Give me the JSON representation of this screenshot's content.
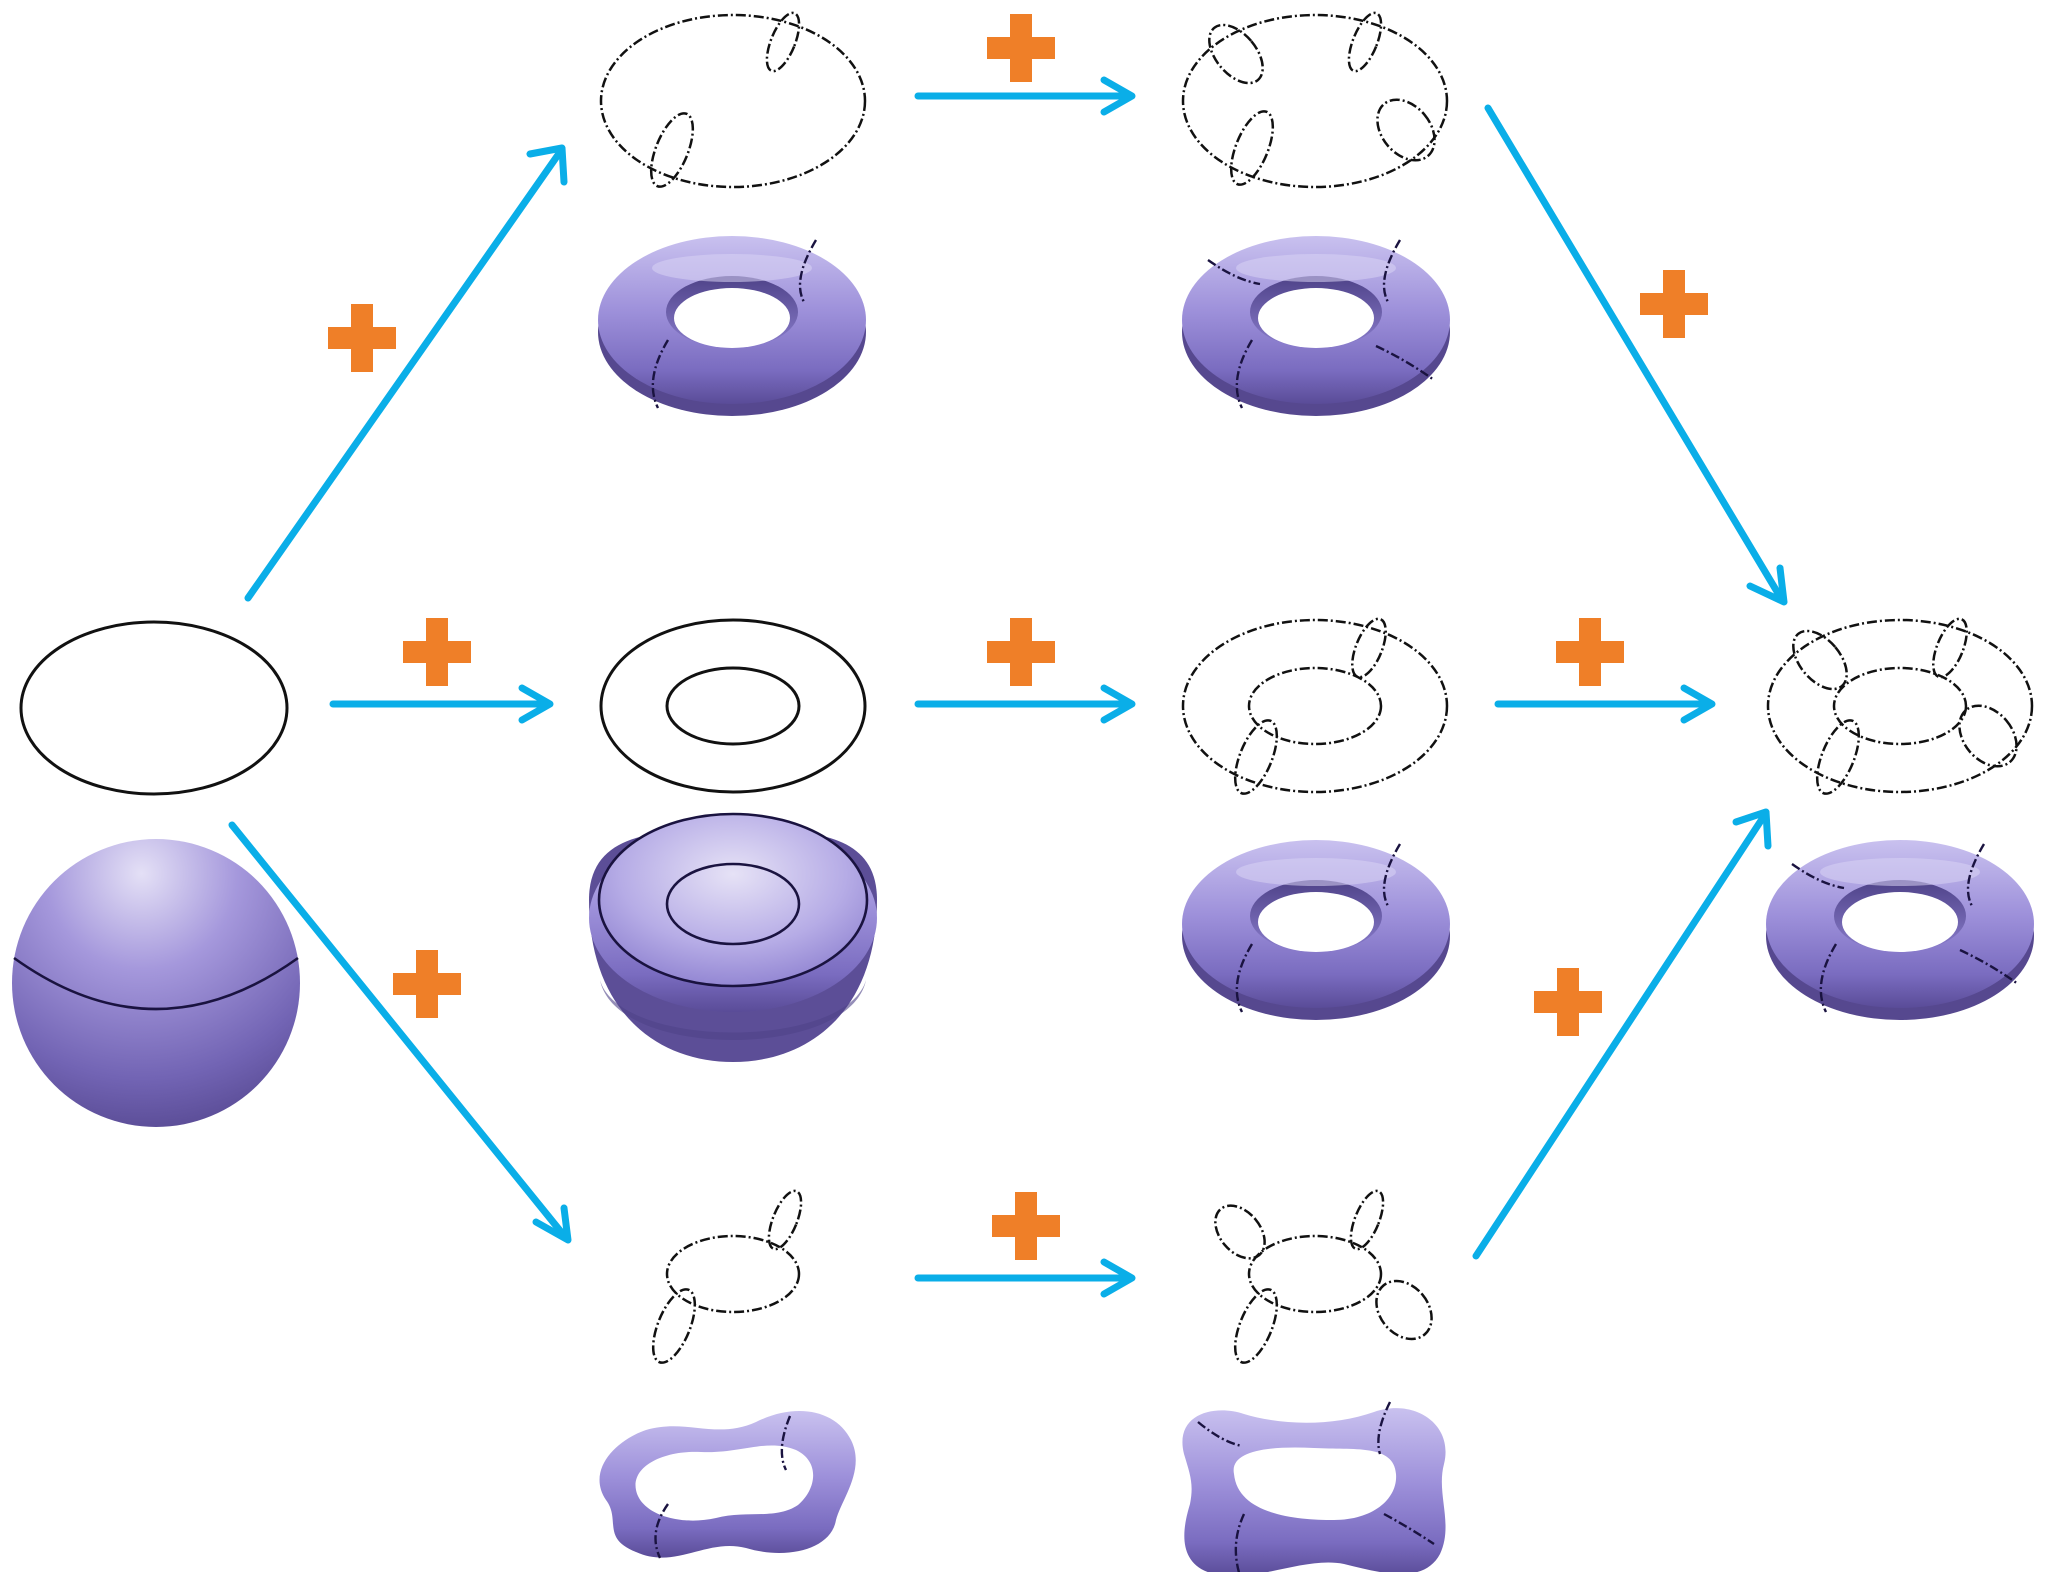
{
  "colors": {
    "arrow": "#0aaee8",
    "plus": "#ef7f28",
    "surface_light": "#ddd8f2",
    "surface_mid": "#9b8fd6",
    "surface_dark": "#5a4c96",
    "wire": "#111111"
  },
  "nodes": [
    {
      "id": "sphere-start",
      "wireframe": "circle",
      "surface": "sphere-with-seam"
    },
    {
      "id": "torus-two-meridians",
      "wireframe": "circle-with-two-meridians",
      "surface": "torus-two-seams"
    },
    {
      "id": "torus-four-meridians",
      "wireframe": "circle-with-four-meridians",
      "surface": "torus-four-seams"
    },
    {
      "id": "annulus",
      "wireframe": "two-concentric-circles",
      "surface": "flattened-sphere-two-seams"
    },
    {
      "id": "annulus-two-meridians",
      "wireframe": "concentric-circles-two-meridians",
      "surface": "torus-two-seams"
    },
    {
      "id": "full-torus",
      "wireframe": "concentric-circles-four-meridians",
      "surface": "torus-four-seams"
    },
    {
      "id": "thin-ring-two-meridians",
      "wireframe": "small-circle-two-meridians",
      "surface": "bumpy-ring-two-seams"
    },
    {
      "id": "thin-ring-four-meridians",
      "wireframe": "small-circle-four-meridians",
      "surface": "bumpy-ring-four-seams"
    }
  ],
  "edges": [
    {
      "from": "sphere-start",
      "to": "torus-two-meridians",
      "label": "plus"
    },
    {
      "from": "torus-two-meridians",
      "to": "torus-four-meridians",
      "label": "plus"
    },
    {
      "from": "torus-four-meridians",
      "to": "full-torus",
      "label": "plus"
    },
    {
      "from": "sphere-start",
      "to": "annulus",
      "label": "plus"
    },
    {
      "from": "annulus",
      "to": "annulus-two-meridians",
      "label": "plus"
    },
    {
      "from": "annulus-two-meridians",
      "to": "full-torus",
      "label": "plus"
    },
    {
      "from": "sphere-start",
      "to": "thin-ring-two-meridians",
      "label": "plus"
    },
    {
      "from": "thin-ring-two-meridians",
      "to": "thin-ring-four-meridians",
      "label": "plus"
    },
    {
      "from": "thin-ring-four-meridians",
      "to": "full-torus",
      "label": "plus"
    }
  ],
  "icons": {
    "plus_sign": "plus-icon",
    "arrow": "arrow-icon"
  }
}
